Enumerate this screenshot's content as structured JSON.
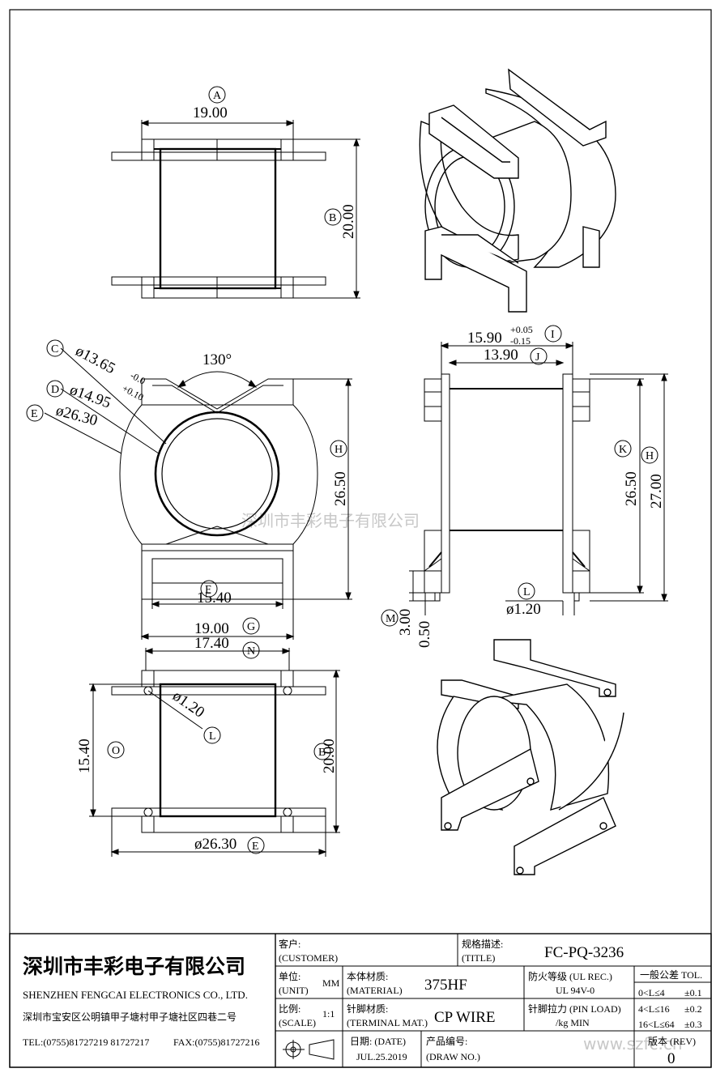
{
  "labels": {
    "A": "A",
    "B": "B",
    "C": "C",
    "D": "D",
    "E": "E",
    "F": "F",
    "G": "G",
    "H": "H",
    "I": "I",
    "J": "J",
    "K": "K",
    "L": "L",
    "M": "M",
    "N": "N",
    "O": "O"
  },
  "dims": {
    "a": "19.00",
    "b": "20.00",
    "angle": "130°",
    "c": "ø13.65",
    "c_tol_top": "-0.0",
    "c_tol_bot": "+0.10",
    "d": "ø14.95",
    "e": "ø26.30",
    "h": "26.50",
    "f": "15.40",
    "g": "19.00",
    "i": "15.90",
    "i_tol_top": "+0.05",
    "i_tol_bot": "-0.15",
    "j": "13.90",
    "k": "26.50",
    "h2": "27.00",
    "l": "ø1.20",
    "m": "3.00",
    "m2": "0.50",
    "n": "17.40",
    "o": "15.40",
    "l2": "ø1.20",
    "b2": "20.00",
    "e2": "ø26.30"
  },
  "watermark": "深圳市丰彩电子有限公司",
  "watermark2": "www.szfc.cn",
  "company": {
    "name_cn": "深圳市丰彩电子有限公司",
    "name_en": "SHENZHEN FENGCAI ELECTRONICS CO., LTD.",
    "address": "深圳市宝安区公明镇甲子塘村甲子塘社区四巷二号",
    "tel": "TEL:(0755)81727219  81727217",
    "fax": "FAX:(0755)81727216"
  },
  "titleblock": {
    "customer_cn": "客户:",
    "customer_en": "(CUSTOMER)",
    "title_cn": "规格描述:",
    "title_en": "(TITLE)",
    "title_value": "FC-PQ-3236",
    "unit_cn": "单位:",
    "unit_en": "(UNIT)",
    "unit_value": "MM",
    "material_cn": "本体材质:",
    "material_en": "(MATERIAL)",
    "material_value": "375HF",
    "fire_cn": "防火等级 (UL REC.)",
    "fire_value": "UL 94V-0",
    "tol_title": "一般公差 TOL.",
    "tol_1_range": "0<L≤4",
    "tol_1_val": "±0.1",
    "tol_2_range": "4<L≤16",
    "tol_2_val": "±0.2",
    "tol_3_range": "16<L≤64",
    "tol_3_val": "±0.3",
    "scale_cn": "比例:",
    "scale_en": "(SCALE)",
    "scale_value": "1:1",
    "terminal_cn": "针脚材质:",
    "terminal_en": "(TERMINAL MAT.)",
    "terminal_value": "CP WIRE",
    "pin_cn": "针脚拉力 (PIN LOAD)",
    "pin_value": "/kg MIN",
    "date_cn": "日期: (DATE)",
    "date_value": "JUL.25.2019",
    "draw_cn": "产品编号:",
    "draw_en": "(DRAW NO.)",
    "rev_cn": "版本 (REV)",
    "rev_value": "0"
  }
}
